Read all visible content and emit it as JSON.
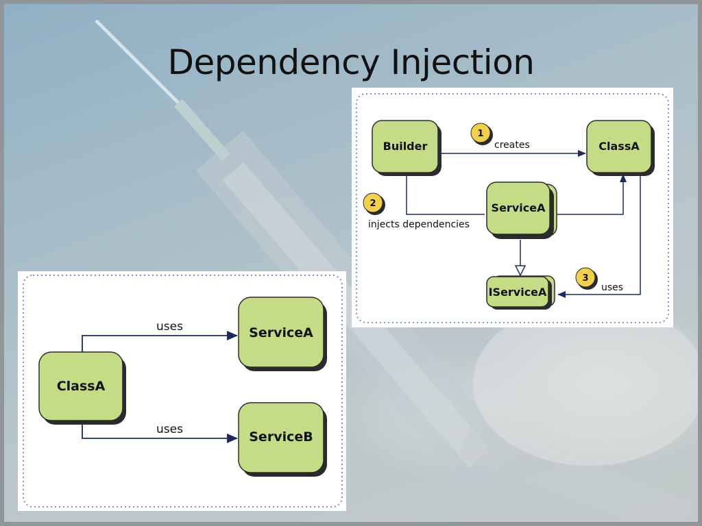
{
  "slide": {
    "title": "Dependency Injection"
  },
  "top_diagram": {
    "nodes": {
      "builder": "Builder",
      "class_a": "ClassA",
      "service_a": "ServiceA",
      "iservice_a": "IServiceA"
    },
    "edges": {
      "creates": "creates",
      "injects": "injects dependencies",
      "uses": "uses"
    },
    "badges": [
      "1",
      "2",
      "3"
    ]
  },
  "bottom_diagram": {
    "nodes": {
      "class_a": "ClassA",
      "service_a": "ServiceA",
      "service_b": "ServiceB"
    },
    "edges": {
      "uses_top": "uses",
      "uses_bottom": "uses"
    }
  },
  "colors": {
    "node_fill": "#c5dc86",
    "node_shadow": "#2b2b2b",
    "badge_fill": "#f2d04c",
    "line": "#1a2b5a",
    "panel_border": "#7e8fc8"
  }
}
